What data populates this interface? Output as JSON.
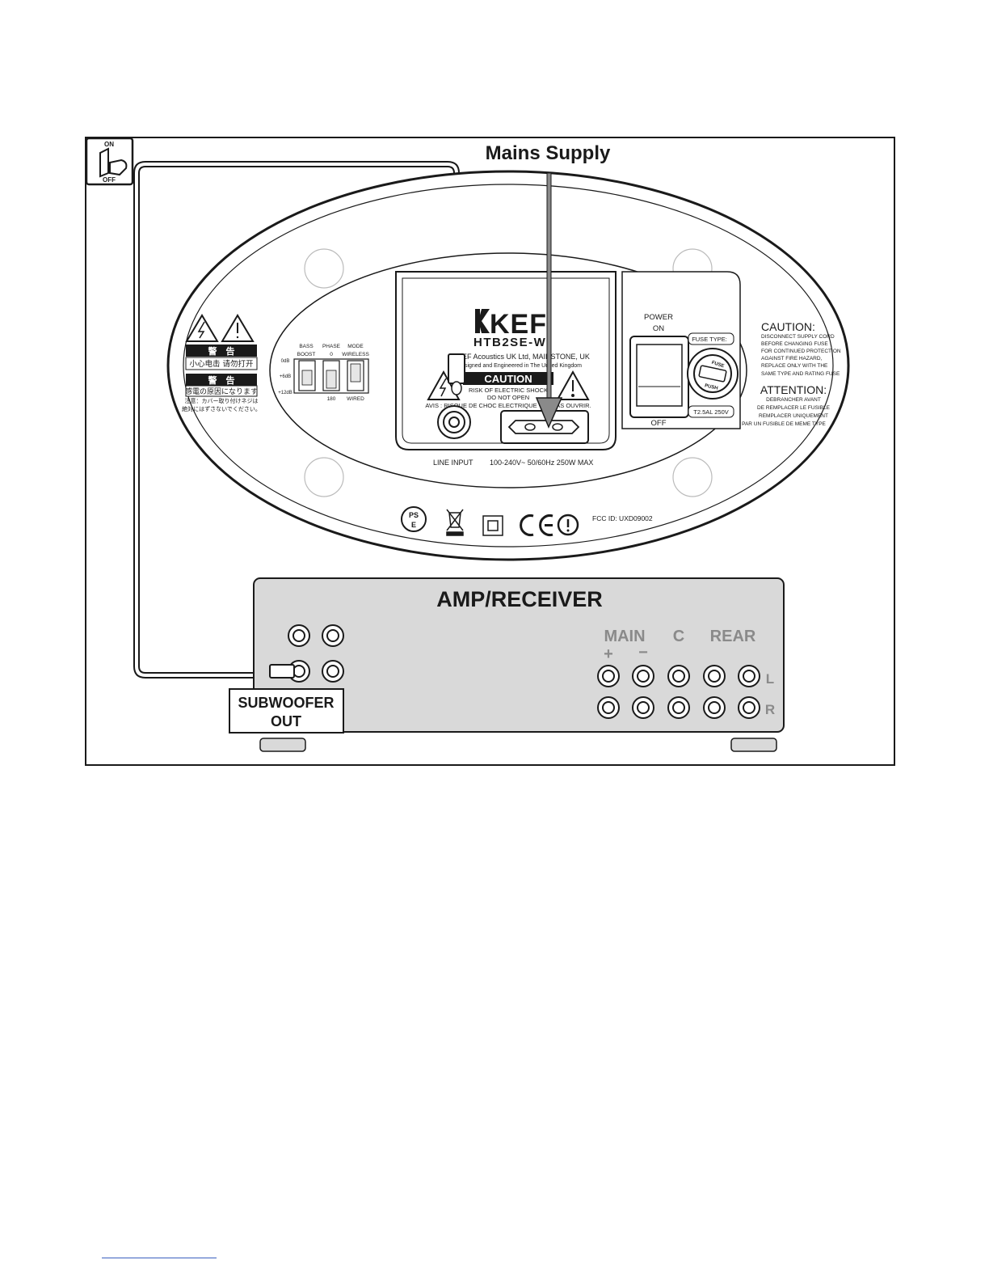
{
  "colors": {
    "ink": "#1a1a1a",
    "amp_fill": "#d9d9d9",
    "mains_arrow": "#8a8a8a",
    "amp_label_grey": "#8a8a8a",
    "footer_rule": "#3a5fbf"
  },
  "labels": {
    "mains_supply": "Mains Supply",
    "switch_on": "ON",
    "switch_off": "OFF",
    "amp_receiver": "AMP/RECEIVER",
    "subwoofer_out_line1": "SUBWOOFER",
    "subwoofer_out_line2": "OUT",
    "main": "MAIN",
    "center": "C",
    "rear": "REAR",
    "plus": "+",
    "minus": "−",
    "left_ch": "L",
    "right_ch": "R"
  },
  "panel": {
    "brand": "KEF",
    "model": "HTB2SE-W",
    "maker_line1": "KEF Acoustics UK Ltd, MAIDSTONE, UK",
    "maker_line2": "Designed and Engineered in The United Kingdom",
    "caution_badge": "CAUTION",
    "shock_line1": "RISK OF ELECTRIC SHOCK",
    "shock_line2": "DO NOT OPEN",
    "avis": "AVIS : RISQUE DE CHOC ELECTRIQUE - NE PAS OUVRIR.",
    "line_input": "LINE INPUT",
    "rating": "100-240V~ 50/60Hz 250W MAX",
    "power_on_1": "POWER",
    "power_on_2": "ON",
    "power_off": "OFF",
    "fuse_type": "FUSE TYPE:",
    "fuse_word": "FUSE",
    "push_word": "PUSH",
    "fuse_rating": "T2.5AL 250V",
    "caution_title": "CAUTION:",
    "caution_text": [
      "DISCONNECT SUPPLY CORD",
      "BEFORE CHANGING FUSE",
      "FOR CONTINUED PROTECTION",
      "AGAINST FIRE HAZARD,",
      "REPLACE ONLY WITH THE",
      "SAME TYPE AND RATING FUSE"
    ],
    "attention_title": "ATTENTION:",
    "attention_text": [
      "DEBRANCHER AVANT",
      "DE REMPLACER LE FUSIBLE",
      "REMPLACER UNIQUEMENT",
      "PAR UN FUSIBLE DE MEME TYPE"
    ],
    "switch_headers": [
      "BASS",
      "PHASE",
      "MODE"
    ],
    "switch_sub": [
      "BOOST",
      "0",
      "WIRELESS"
    ],
    "switch_bottom": [
      "180",
      "WIRED"
    ],
    "boost_levels": [
      "0dB",
      "+6dB",
      "+12dB"
    ],
    "jp_warning": "警　告",
    "cn_text": "小心电击  请勿打开",
    "jp_text_1": "感電の原因になります",
    "jp_text_2": "注意：カバー取り付けネジは",
    "jp_text_3": "絶対にはずさないでください。",
    "pse": "PS E",
    "ce": "CE",
    "fcc": "FCC ID: UXD09002"
  }
}
